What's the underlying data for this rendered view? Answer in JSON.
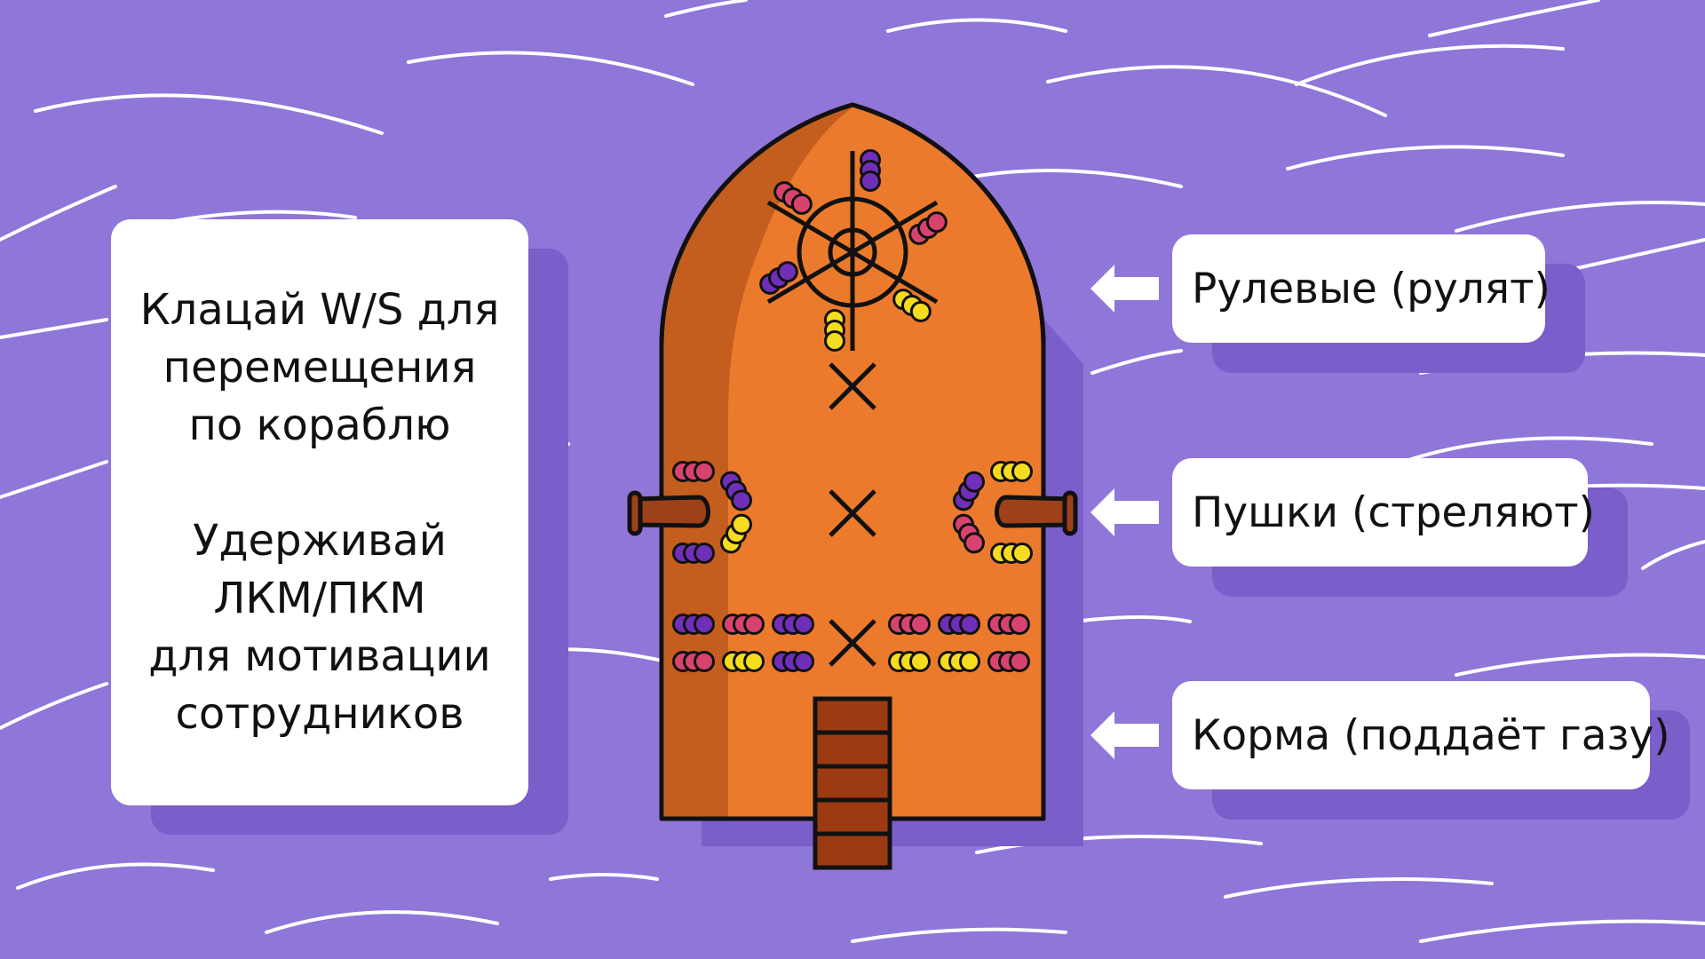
{
  "instructions": {
    "move": "Клацай W/S для\nперемещения\nпо кораблю",
    "hold": "Удерживай\nЛКМ/ПКМ\nдля мотивации\nсотрудников"
  },
  "stations": {
    "helm": "Рулевые (рулят)",
    "cannons": "Пушки (стреляют)",
    "stern": "Корма (поддаёт газу)"
  },
  "colors": {
    "sea": "#8f76d9",
    "sea_shadow": "#7a5ec9",
    "hull": "#ec7a2d",
    "hull_shade": "#c45e1f",
    "crew_purple": "#6f2fb8",
    "crew_pink": "#d8436e",
    "crew_yellow": "#f5dc1e",
    "cannon": "#9c4119"
  }
}
